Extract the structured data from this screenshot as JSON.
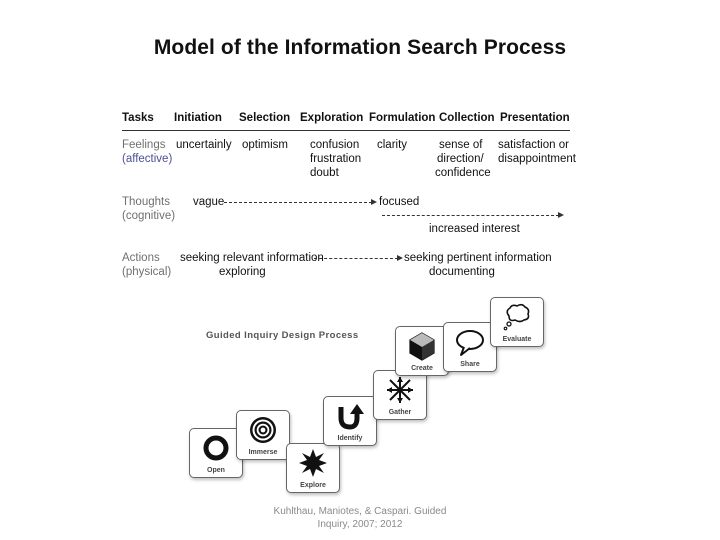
{
  "title": "Model of the Information Search Process",
  "isp": {
    "headers": [
      "Tasks",
      "Initiation",
      "Selection",
      "Exploration",
      "Formulation",
      "Collection",
      "Presentation"
    ],
    "feelings": {
      "label": "Feelings",
      "sublabel": "(affective)",
      "initiation": "uncertainly",
      "selection": "optimism",
      "exploration": [
        "confusion",
        "frustration",
        "doubt"
      ],
      "formulation": "clarity",
      "collection": [
        "sense of",
        "direction/",
        "confidence"
      ],
      "presentation": [
        "satisfaction or",
        "disappointment"
      ]
    },
    "thoughts": {
      "label": "Thoughts",
      "sublabel": "(cognitive)",
      "start": "vague",
      "end": "focused",
      "note": "increased interest"
    },
    "actions": {
      "label": "Actions",
      "sublabel": "(physical)",
      "start": "seeking relevant information",
      "start_sub": "exploring",
      "end": "seeking pertinent information",
      "end_sub": "documenting"
    }
  },
  "guided_inquiry": {
    "title": "Guided Inquiry Design Process",
    "stages": [
      {
        "label": "Open",
        "icon": "circle-ring-icon"
      },
      {
        "label": "Immerse",
        "icon": "target-icon"
      },
      {
        "label": "Explore",
        "icon": "burst-icon"
      },
      {
        "label": "Identify",
        "icon": "u-turn-arrow-icon"
      },
      {
        "label": "Gather",
        "icon": "converging-arrows-icon"
      },
      {
        "label": "Create",
        "icon": "cube-icon"
      },
      {
        "label": "Share",
        "icon": "speech-bubble-icon"
      },
      {
        "label": "Evaluate",
        "icon": "thought-bubble-icon"
      }
    ]
  },
  "citation": [
    "Kuhlthau, Maniotes, & Caspari. Guided",
    "Inquiry, 2007; 2012"
  ]
}
